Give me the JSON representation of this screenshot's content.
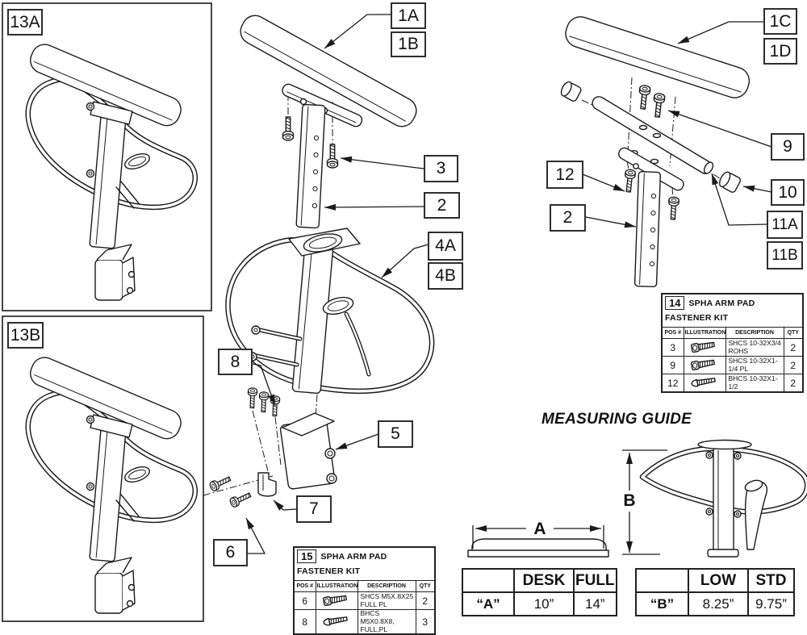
{
  "callouts": {
    "a13": "13A",
    "b13": "13B",
    "p1a": "1A",
    "p1b": "1B",
    "p1c": "1C",
    "p1d": "1D",
    "p2": "2",
    "p3": "3",
    "p4a": "4A",
    "p4b": "4B",
    "p5": "5",
    "p6": "6",
    "p7": "7",
    "p8": "8",
    "p9": "9",
    "p10": "10",
    "p11a": "11A",
    "p11b": "11B",
    "p12": "12"
  },
  "kits": {
    "k14": {
      "id": "14",
      "title": "SPHA ARM PAD FASTENER KIT",
      "headers": [
        "POS #",
        "ILLUSTRATION",
        "DESCRIPTION",
        "QTY"
      ],
      "rows": [
        {
          "pos": "3",
          "icon": "shcs-screw-icon",
          "desc": "SHCS 10-32X3/4 ROHS",
          "qty": "2"
        },
        {
          "pos": "9",
          "icon": "shcs-screw-icon",
          "desc": "SHCS 10-32X1-1/4 PL",
          "qty": "2"
        },
        {
          "pos": "12",
          "icon": "bhcs-screw-icon",
          "desc": "BHCS 10-32X1-1/2",
          "qty": "2"
        }
      ]
    },
    "k15": {
      "id": "15",
      "title": "SPHA ARM PAD FASTENER KIT",
      "headers": [
        "POS #",
        "ILLUSTRATION",
        "DESCRIPTION",
        "QTY"
      ],
      "rows": [
        {
          "pos": "6",
          "icon": "shcs-screw-icon",
          "desc": "SHCS M5X.8X25 FULL PL",
          "qty": "2"
        },
        {
          "pos": "8",
          "icon": "bhcs-screw-icon",
          "desc": "BHCS M5X0.8X8, FULL,PL",
          "qty": "3"
        }
      ]
    }
  },
  "measuring": {
    "title": "MEASURING GUIDE",
    "dim_a": "A",
    "dim_b": "B",
    "table_a": {
      "h1": "DESK",
      "h2": "FULL",
      "row": "“A”",
      "v1": "10”",
      "v2": "14”"
    },
    "table_b": {
      "h1": "LOW",
      "h2": "STD",
      "row": "“B”",
      "v1": "8.25”",
      "v2": "9.75”"
    }
  }
}
